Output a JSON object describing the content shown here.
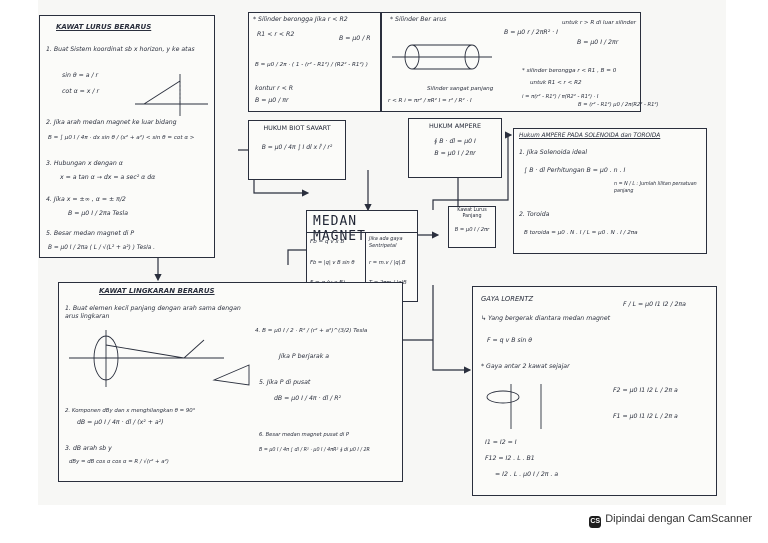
{
  "footer": {
    "text": "Dipindai dengan CamScanner",
    "icon": "CS"
  },
  "center": {
    "title": "MEDAN MAGNET",
    "left": [
      "Fb = q v x B",
      "Fb = |q| v B sin θ",
      "F = q (v x B)"
    ],
    "right": [
      "Jika ada gaya",
      "Sentripetal",
      "r = m.v / |q|.B",
      "T = 2πm / |q|B"
    ]
  },
  "kawat_lurus": {
    "title": "KAWAT LURUS BERARUS",
    "lines": [
      "1. Buat Sistem koordinat sb x horizon, y ke atas",
      "sin θ = a / r",
      "cot α = x / r",
      "2. Jika arah medan magnet ke luar bidang",
      "B = ∫ μ0 I / 4π · dx sin θ / (x² + a²)   < sin θ = cot α >",
      "3. Hubungan x dengan α",
      "x = a tan α → dx = a sec² α dα",
      "4. Jika x = ±∞ , α = ± π/2",
      "B = μ0 I / 2πa   Tesla",
      "5. Besar medan magnet di P",
      "B = μ0 I / 2πa ( L / √(L² + a²) )   Tesla ."
    ]
  },
  "silinder_berongga": {
    "title": "* Silinder berongga Jika r < R2",
    "lines": [
      "R1 < r < R2",
      "B = μ0 / 2π · ( 1 - (r² - R1²) / (R2² - R1²) )",
      "B = μ0 / R",
      "kontur r < R",
      "B = μ0 / πr"
    ]
  },
  "silinder_ber_arus": {
    "title": "* Silinder Ber arus",
    "lines": [
      "Silinder sangat panjang",
      "r < R   i = πr² / πR²   I = r² / R² · I"
    ]
  },
  "silinder_luar": {
    "lines": [
      "B = μ0 r / 2πR² · I",
      "untuk r > R di luar silinder",
      "B = μ0 I / 2πr",
      "* silinder berongga   r < R1 , B = 0",
      "untuk R1 < r < R2",
      "i = π(r² - R1²) / π(R2² - R1²) · I",
      "B = (r² - R1²) μ0 / 2π(R2² - R1²)"
    ]
  },
  "biot_savart": {
    "title": "HUKUM BIOT SAVART",
    "formula": "B = μ0 / 4π ∫ I dl x r̂ / r²"
  },
  "ampere": {
    "title": "HUKUM AMPERE",
    "lines": [
      "∮ B · dl = μ0 I",
      "B = μ0 I / 2πr"
    ]
  },
  "kawat_panjang": {
    "title": "Kawat Lurus Panjang",
    "formula": "B = μ0 I / 2πr"
  },
  "solenoida": {
    "title": "Hukum AMPERE PADA SOLENOIDA dan TOROIDA",
    "lines": [
      "1. Jika Solenoida ideal",
      "∫ B · dl   Perhitungan  B = μ0 . n . I",
      "n = N / L : Jumlah lilitan persatuan panjang",
      "2. Toroida",
      "B toroida = μ0 . N . I / L = μ0 . N . I / 2πa"
    ]
  },
  "kawat_lingkaran": {
    "title": "KAWAT LINGKARAN BERARUS",
    "lines": [
      "1. Buat elemen kecil panjang dengan arah sama dengan arus lingkaran",
      "2. Komponen dBy dan x menghilangkan  θ = 90°",
      "dB = μ0 I / 4π · dl / (x² + a²)",
      "3. dB arah sb y",
      "dBy = dB cos α    cos α = R / √(r² + a²)",
      "4. B = μ0 I / 2 · R² / (r² + a²)^(3/2)  Tesla",
      "Jika P berjarak a",
      "5. Jika P di pusat",
      "dB = μ0 I / 4π · dl / R²",
      "6. Besar medan magnet pusat di P",
      "B = μ0 I / 4π ∫ dl / R² · μ0 I / 4πR² ∮ di  μ0 I / 2R"
    ]
  },
  "lorentz": {
    "title": "GAYA LORENTZ",
    "lines": [
      "F / L = μ0 I1 I2 / 2πa",
      "↳ Yang bergerak diantara medan magnet",
      "F = q v  B sin θ",
      "* Gaya antar 2 kawat sejajar",
      "F2 = μ0 I1 I2 L / 2π a",
      "F1 = μ0 I1 I2 L / 2π a",
      "I1 = I2 = I",
      "F12 = I2 . L . B1",
      "= I2 . L . μ0 I / 2π . a"
    ]
  },
  "colors": {
    "ink": "#2a2f3d",
    "paper": "#f7f7f5"
  }
}
